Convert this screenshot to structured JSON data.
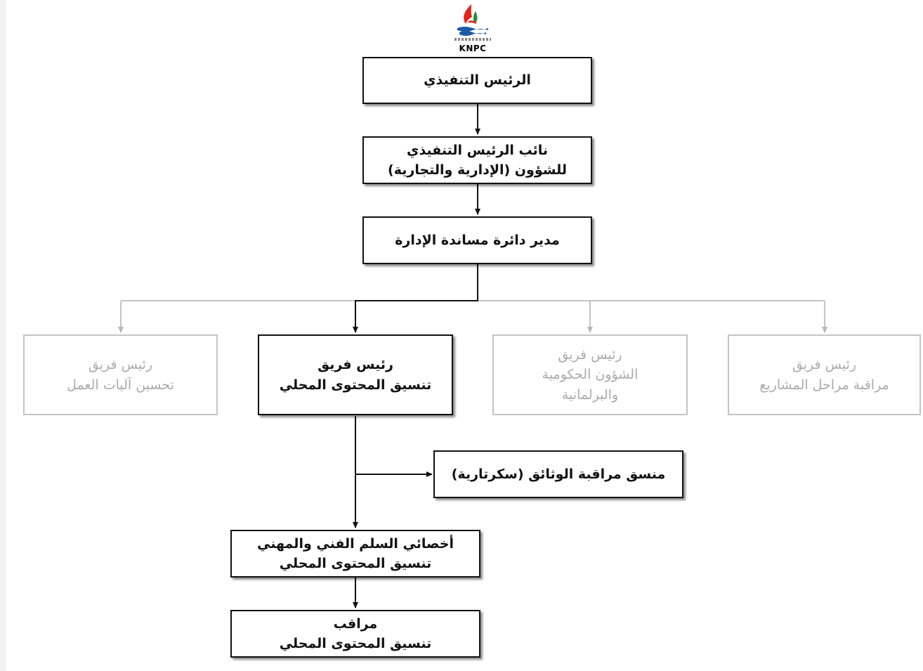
{
  "logo": {
    "text": "KNPC",
    "icon": "knpc-flame-logo"
  },
  "colors": {
    "active_border": "#111111",
    "faded_border": "#c4c4c4",
    "faded_text": "#ababab",
    "flame_red": "#e2231a",
    "wave_blue": "#1e5aa8",
    "accent_green": "#2e8b3d"
  },
  "org_chart": {
    "ceo": {
      "lines": [
        "الرئيس التنفيذي"
      ]
    },
    "deputy_ceo": {
      "lines": [
        "نائب الرئيس التنفيذي",
        "للشؤون (الإدارية والتجارية)"
      ]
    },
    "dept_manager": {
      "lines": [
        "مدير دائرة مساندة الإدارة"
      ]
    },
    "team_leads": [
      {
        "lines": [
          "رئيس فريق",
          "مراقبة مراحل المشاريع"
        ],
        "state": "faded"
      },
      {
        "lines": [
          "رئيس فريق",
          "الشؤون الحكومية",
          "والبرلمانية"
        ],
        "state": "faded"
      },
      {
        "lines": [
          "رئيس فريق",
          "تنسيق المحتوى المحلي"
        ],
        "state": "active"
      },
      {
        "lines": [
          "رئيس فريق",
          "تحسين آليات العمل"
        ],
        "state": "faded"
      }
    ],
    "coordinator": {
      "lines": [
        "منسق مراقبة الوثائق (سكرتارية)"
      ]
    },
    "specialist": {
      "lines": [
        "أخصائي السلم الفني والمهني",
        "تنسيق المحتوى المحلي"
      ]
    },
    "supervisor": {
      "lines": [
        "مراقب",
        "تنسيق المحتوى المحلي"
      ]
    }
  }
}
